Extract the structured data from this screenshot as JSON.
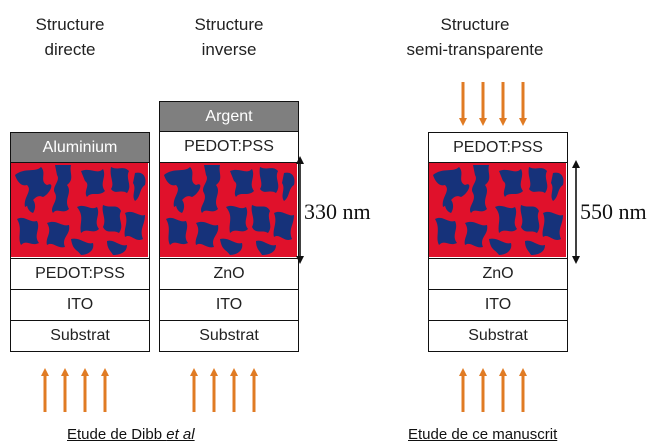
{
  "titles": {
    "direct": [
      "Structure",
      "directe"
    ],
    "inverse": [
      "Structure",
      "inverse"
    ],
    "semi": [
      "Structure",
      "semi-transparente"
    ]
  },
  "stacks": {
    "direct": [
      "Aluminium",
      "ACTIVE",
      "PEDOT:PSS",
      "ITO",
      "Substrat"
    ],
    "inverse": [
      "Argent",
      "PEDOT:PSS",
      "ACTIVE",
      "ZnO",
      "ITO",
      "Substrat"
    ],
    "semi": [
      "PEDOT:PSS",
      "ACTIVE",
      "ZnO",
      "ITO",
      "Substrat"
    ]
  },
  "thickness": {
    "left": "330 nm",
    "right": "550 nm"
  },
  "captions": {
    "left_prefix": "Etude de Dibb ",
    "left_italic": "et al",
    "right": "Etude de ce manuscrit"
  },
  "colors": {
    "active_red": "#e0112b",
    "active_blue": "#16327a",
    "metal_gray": "#7f7f7f",
    "arrow_orange": "#e07b24"
  }
}
